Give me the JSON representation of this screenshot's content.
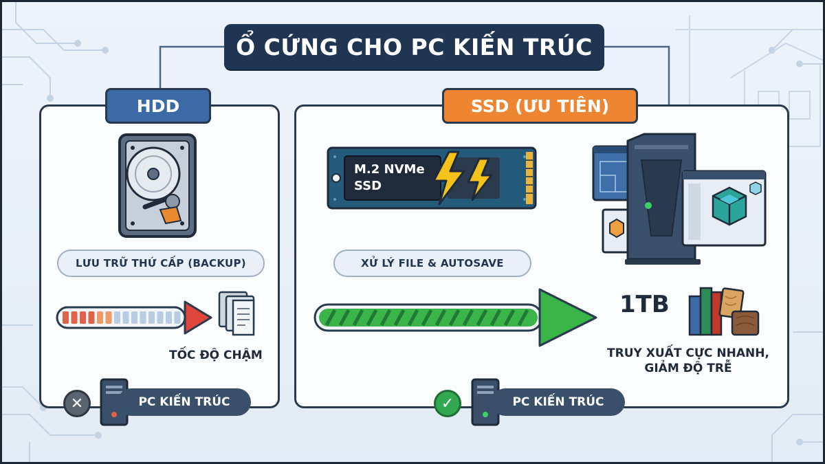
{
  "title": "Ổ CỨNG CHO PC KIẾN TRÚC",
  "hdd": {
    "tag": "HDD",
    "role": "LƯU TRỮ THỨ CẤP (BACKUP)",
    "speed_label": "TỐC ĐỘ CHẬM",
    "footer": "PC KIẾN TRÚC",
    "status": "not-recommended",
    "status_symbol": "✕",
    "speed_fill": 0.45
  },
  "ssd": {
    "tag": "SSD (ƯU TIÊN)",
    "module_label_line1": "M.2 NVMe",
    "module_label_line2": "SSD",
    "role": "XỬ LÝ FILE & AUTOSAVE",
    "capacity": "1TB",
    "benefit_line1": "TRUY XUẤT CỰC NHANH,",
    "benefit_line2": "GIẢM ĐỘ TRỄ",
    "footer": "PC KIẾN TRÚC",
    "status": "recommended",
    "status_symbol": "✓",
    "speed_fill": 1.0
  },
  "colors": {
    "title_bg": "#1f3552",
    "hdd_tag": "#3b6aa6",
    "ssd_tag": "#ee8530",
    "slow_bar": "#e0624a",
    "fast_bar": "#3bb54a",
    "check": "#33a852",
    "cross": "#5a6470"
  },
  "icons": [
    "hard-disk-icon",
    "m2-ssd-icon",
    "lightning-icon",
    "pc-tower-icon",
    "documents-icon",
    "books-icon",
    "cube-icon",
    "blueprint-icon",
    "check-icon",
    "close-icon"
  ]
}
